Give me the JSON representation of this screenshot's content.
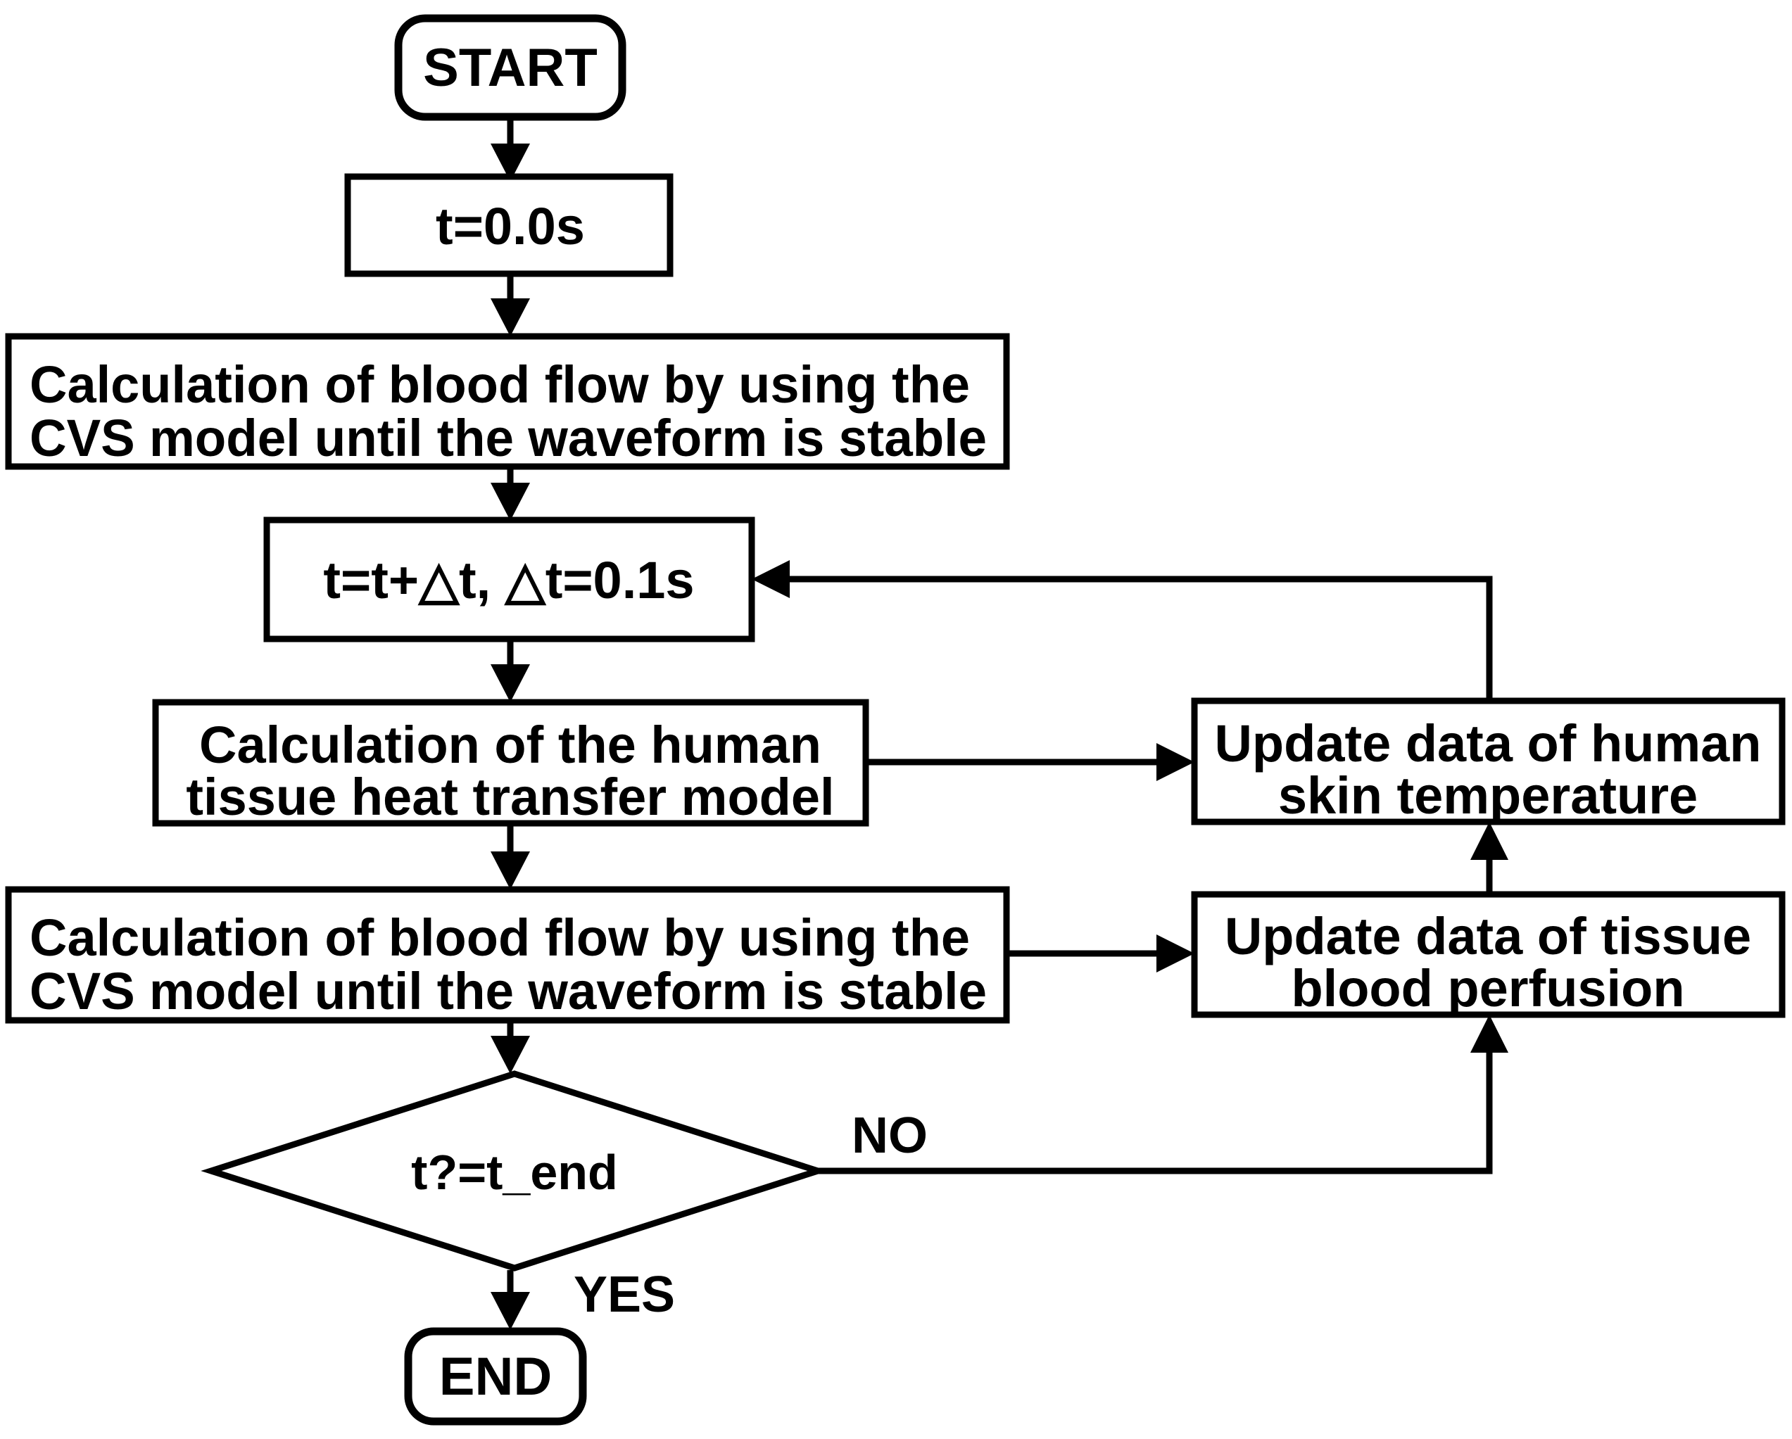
{
  "diagram": {
    "title": "Coupled CVS and human tissue heat transfer simulation flowchart",
    "type": "flowchart",
    "colors": {
      "background": "#ffffff",
      "stroke": "#000000",
      "text": "#000000",
      "fill": "#ffffff"
    },
    "nodes": [
      {
        "id": "start",
        "shape": "terminator",
        "text": "START"
      },
      {
        "id": "init_time",
        "shape": "process",
        "text": "t=0.0s"
      },
      {
        "id": "cvs_init",
        "shape": "process",
        "line1": "Calculation of blood flow by using the",
        "line2": "CVS model until the waveform is stable"
      },
      {
        "id": "time_step",
        "shape": "process",
        "text": "t=t+△t, △t=0.1s"
      },
      {
        "id": "heat_model",
        "shape": "process",
        "line1": "Calculation of the human",
        "line2": "tissue heat transfer model"
      },
      {
        "id": "update_skin",
        "shape": "process",
        "line1": "Update data of human",
        "line2": "skin temperature"
      },
      {
        "id": "cvs_loop",
        "shape": "process",
        "line1": "Calculation of blood flow by using the",
        "line2": "CVS model until the waveform is stable"
      },
      {
        "id": "update_perf",
        "shape": "process",
        "line1": "Update data of tissue",
        "line2": "blood perfusion"
      },
      {
        "id": "decision",
        "shape": "decision",
        "text": "t?=t_end"
      },
      {
        "id": "end",
        "shape": "terminator",
        "text": "END"
      }
    ],
    "edge_labels": {
      "no": "NO",
      "yes": "YES"
    }
  }
}
